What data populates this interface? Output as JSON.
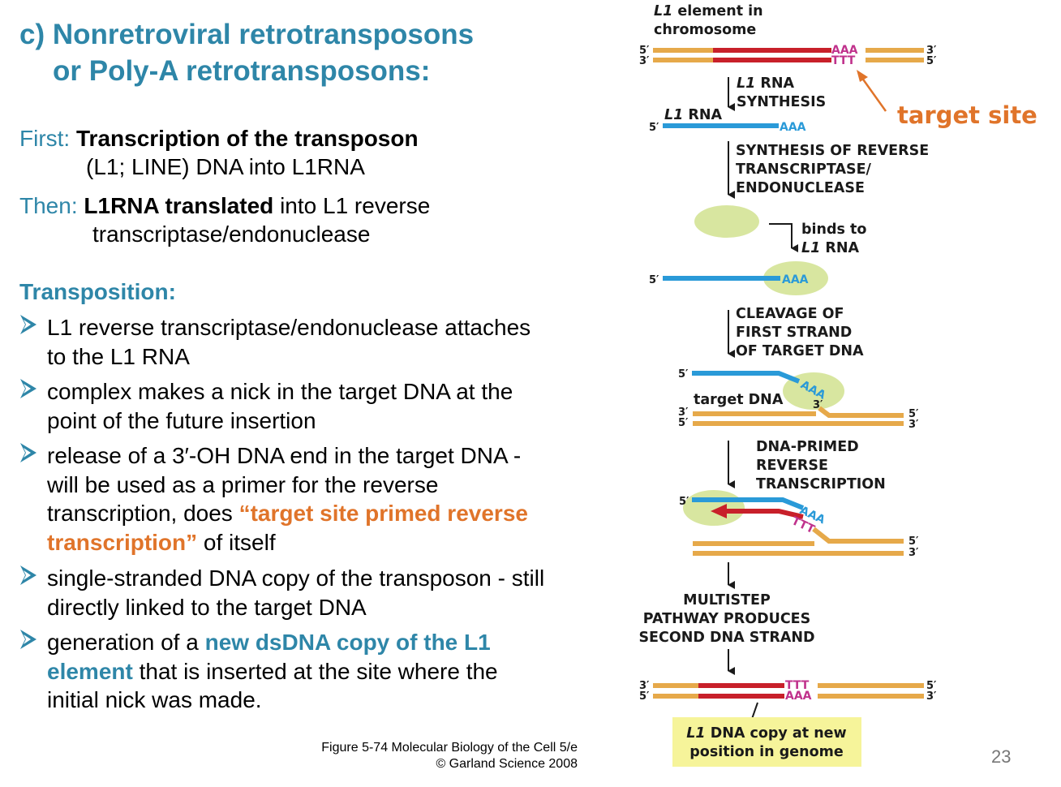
{
  "title": {
    "line1": "c) Nonretroviral retrotransposons",
    "line2": "or Poly-A retrotransposons:"
  },
  "first": {
    "label": "First:",
    "bold": "Transcription of the transposon",
    "rest": "(L1; LINE) DNA into L1RNA"
  },
  "then": {
    "label": "Then:",
    "bold": "L1RNA translated",
    "rest1": " into L1 reverse",
    "rest2": "transcriptase/endonuclease"
  },
  "transposition": {
    "heading": "Transposition:",
    "bullets": [
      {
        "text": "L1 reverse transcriptase/endonuclease attaches to the L1 RNA"
      },
      {
        "text": "complex makes a nick in the target DNA at the point of the future insertion"
      },
      {
        "pre": "release of  a 3′-OH DNA end in the target DNA - will be used as a primer for the reverse transcription, does ",
        "highlight": "“target site primed reverse transcription”",
        "post": " of itself"
      },
      {
        "text": "single-stranded DNA copy of the transposon - still directly linked to the target DNA"
      },
      {
        "pre": "generation of a ",
        "highlight": "new dsDNA copy of the L1 element",
        "post": " that is inserted at the site where the initial nick was made."
      }
    ]
  },
  "caption": {
    "line1": "Figure 5-74 Molecular Biology of the Cell 5/e",
    "line2": "© Garland Science 2008"
  },
  "page_number": "23",
  "diagram": {
    "element_label_italic": "L1",
    "element_label_rest1": " element in",
    "element_label_line2": "chromosome",
    "end_5p": "5′",
    "end_3p": "3′",
    "polyA": "AAA",
    "polyT": "TTT",
    "target_site": "target site",
    "step1_italic": "L1",
    "step1_rest": " RNA",
    "step1_line2": "SYNTHESIS",
    "rna_label_italic": "L1",
    "rna_label_rest": " RNA",
    "step2_line1": "SYNTHESIS OF REVERSE",
    "step2_line2": "TRANSCRIPTASE/",
    "step2_line3": "ENDONUCLEASE",
    "binds_line1": "binds to",
    "binds_italic": "L1",
    "binds_rest": " RNA",
    "step3_line1": "CLEAVAGE OF",
    "step3_line2": "FIRST STRAND",
    "step3_line3": "OF TARGET DNA",
    "target_dna": "target DNA",
    "step4_line1": "DNA-PRIMED",
    "step4_line2": "REVERSE",
    "step4_line3": "TRANSCRIPTION",
    "step5_line1": "MULTISTEP",
    "step5_line2": "PATHWAY PRODUCES",
    "step5_line3": "SECOND DNA STRAND",
    "result_italic": "L1",
    "result_rest": " DNA copy at new",
    "result_line2": "position in genome"
  },
  "colors": {
    "teal": "#2e86a8",
    "orange": "#e0742a",
    "dna": "#e6a94a",
    "l1": "#c8202a",
    "rna": "#2a9ad8",
    "protein": "#d8e6a0",
    "seq": "#c0328c",
    "result_box": "#f6f49a"
  }
}
